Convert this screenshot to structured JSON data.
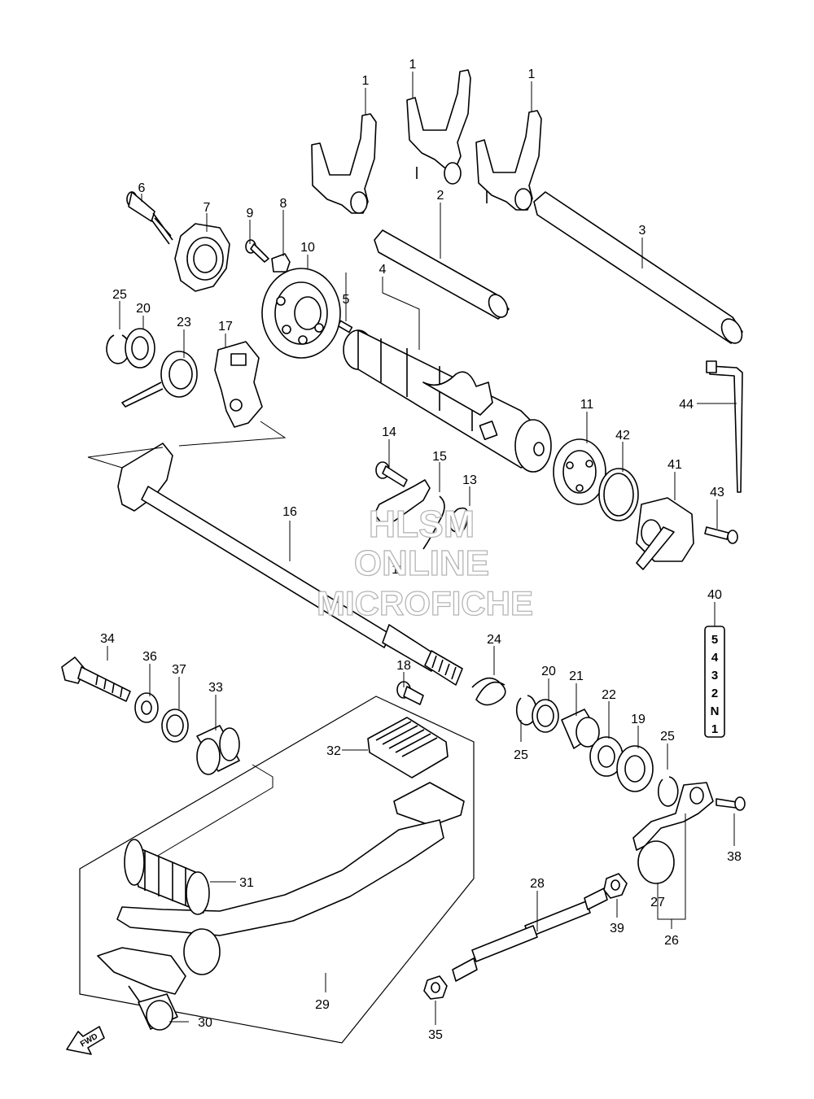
{
  "callouts": {
    "c1a": "1",
    "c1b": "1",
    "c1c": "1",
    "c2": "2",
    "c3": "3",
    "c4": "4",
    "c5": "5",
    "c6": "6",
    "c7": "7",
    "c8": "8",
    "c9": "9",
    "c10": "10",
    "c11": "11",
    "c12": "12",
    "c13": "13",
    "c14": "14",
    "c15": "15",
    "c16": "16",
    "c17": "17",
    "c18": "18",
    "c19": "19",
    "c20a": "20",
    "c20b": "20",
    "c21": "21",
    "c22": "22",
    "c23": "23",
    "c24": "24",
    "c25a": "25",
    "c25b": "25",
    "c25c": "25",
    "c26": "26",
    "c27": "27",
    "c28": "28",
    "c29": "29",
    "c30": "30",
    "c31": "31",
    "c32": "32",
    "c33": "33",
    "c34": "34",
    "c35": "35",
    "c36": "36",
    "c37": "37",
    "c38": "38",
    "c39": "39",
    "c40": "40",
    "c41": "41",
    "c42": "42",
    "c43": "43",
    "c44": "44"
  },
  "gear_indicator": [
    "5",
    "4",
    "3",
    "2",
    "N",
    "1"
  ],
  "watermark": {
    "line1": "HLSM",
    "line2": "ONLINE",
    "line3": "MICROFICHE"
  },
  "fwd_label": "FWD"
}
